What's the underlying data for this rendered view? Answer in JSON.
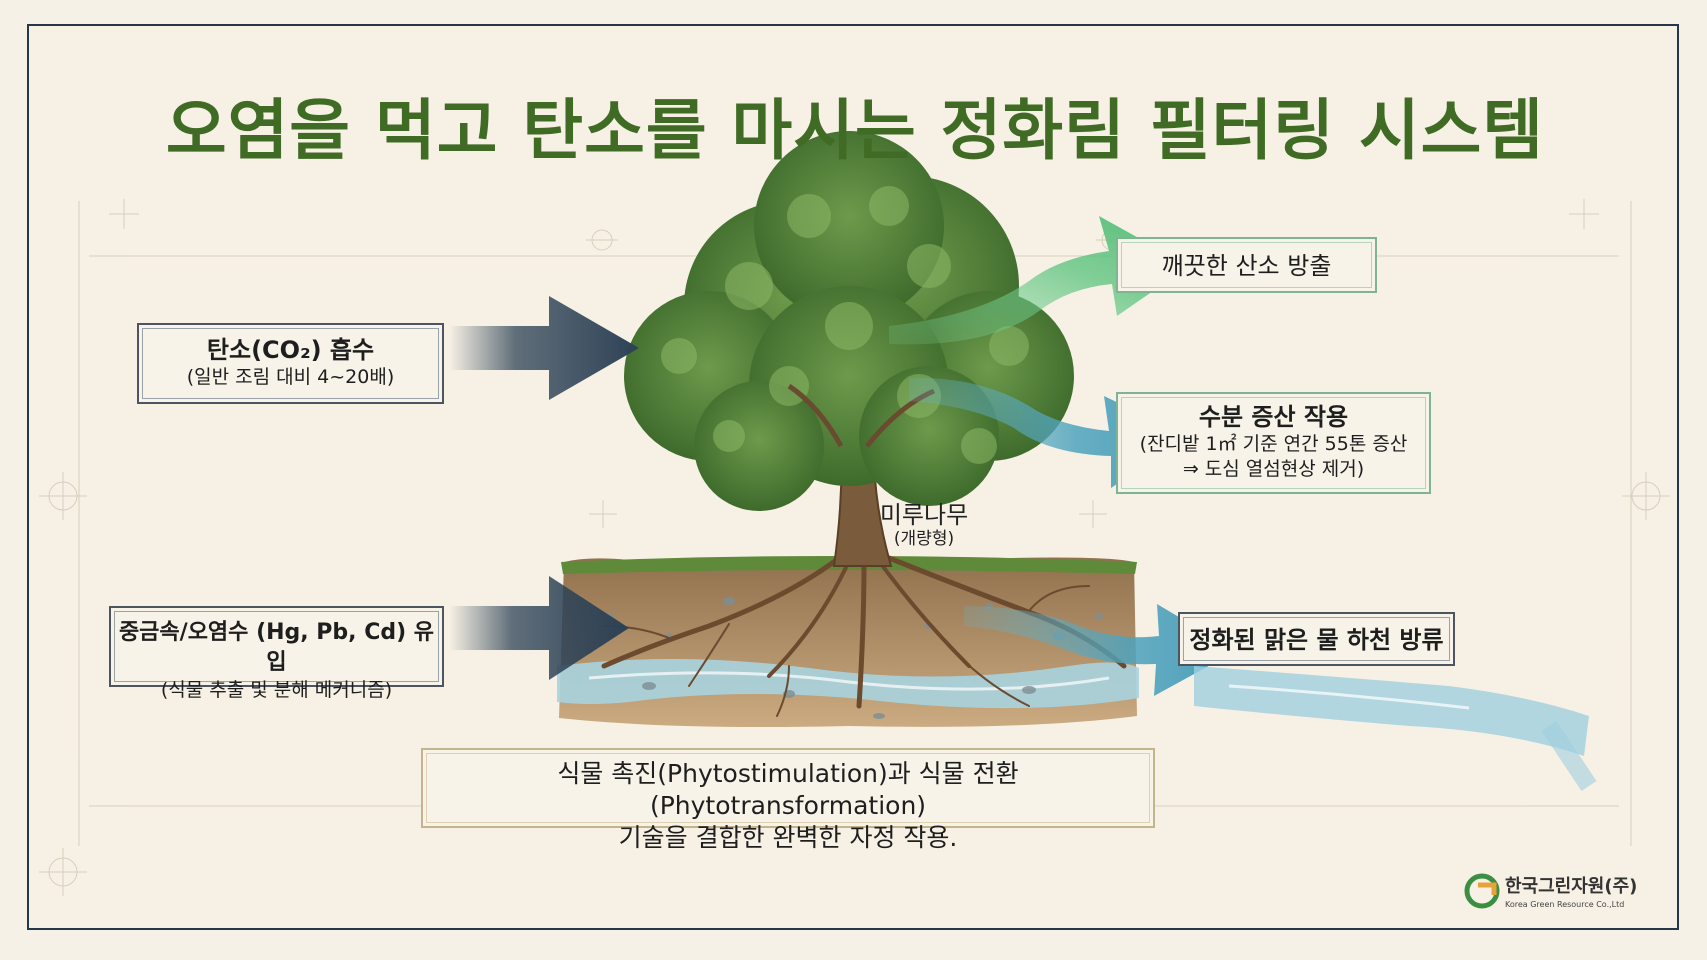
{
  "title": "오염을 먹고  탄소를 마시는  정화림 필터링 시스템",
  "inputs": {
    "carbon": {
      "line1": "탄소(CO₂) 흡수",
      "line2": "(일반 조림 대비 4~20배)"
    },
    "metals": {
      "line1": "중금속/오염수 (Hg, Pb, Cd) 유입",
      "line2": "(식물 추출 및 분해 메커니즘)"
    }
  },
  "outputs": {
    "oxygen": {
      "line1": "깨끗한 산소 방출"
    },
    "transpiration": {
      "line1": "수분 증산 작용",
      "line2": "(잔디밭 1㎡ 기준 연간 55톤 증산",
      "line3": "⇒ 도심 열섬현상 제거)"
    },
    "water": {
      "line1": "정화된 맑은 물 하천 방류"
    }
  },
  "tree": {
    "name": "미루나무",
    "type": "(개량형)"
  },
  "bottom": {
    "line1": "식물 촉진(Phytostimulation)과 식물 전환(Phytotransformation)",
    "line2": "기술을 결합한 완벽한 자정 작용."
  },
  "logo": {
    "name": "한국그린자원(주)",
    "sub": "Korea Green Resource Co.,Ltd"
  },
  "colors": {
    "title": "#3f6b24",
    "arrow_input": "#2d4256",
    "arrow_oxygen": "#5fc27f",
    "arrow_water": "#4ea3bd",
    "frame": "#24384a"
  }
}
